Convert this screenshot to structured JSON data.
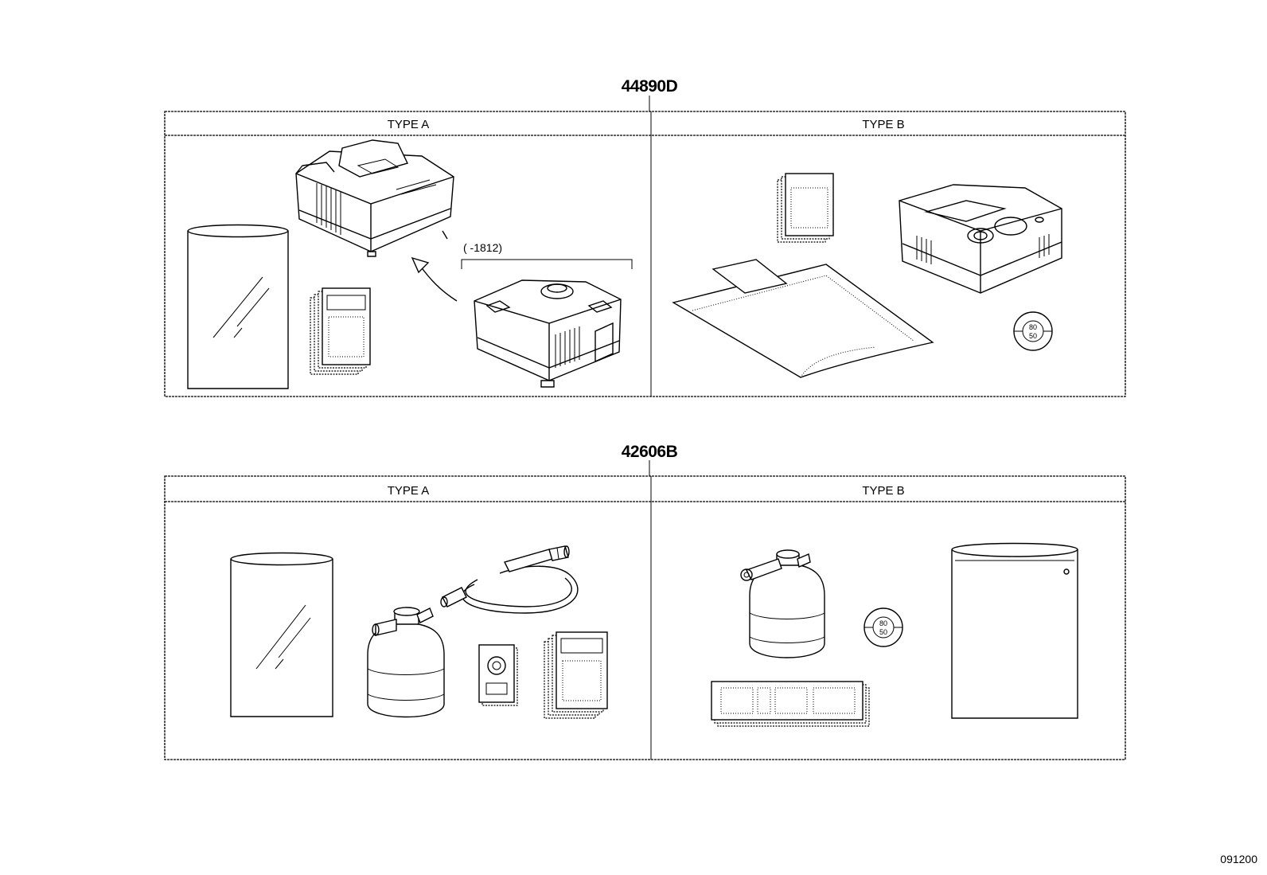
{
  "groups": [
    {
      "part_number": "44890D",
      "type_a_label": "TYPE A",
      "type_b_label": "TYPE B",
      "note": "(      -1812)"
    },
    {
      "part_number": "42606B",
      "type_a_label": "TYPE A",
      "type_b_label": "TYPE B"
    }
  ],
  "gauge_labels": {
    "top": "80",
    "bottom": "50"
  },
  "drawing_code": "091200"
}
